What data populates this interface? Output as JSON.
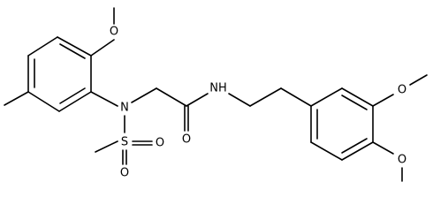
{
  "structure": {
    "atom_labels": {
      "o_methoxy_top": "O",
      "n_sulfonamide": "N",
      "s_sulfonyl": "S",
      "o_sulfonyl_left": "O",
      "o_sulfonyl_bottom": "O",
      "o_carbonyl": "O",
      "nh_amide": "NH",
      "o_methoxy_ring_upper": "O",
      "o_methoxy_ring_lower": "O"
    }
  }
}
